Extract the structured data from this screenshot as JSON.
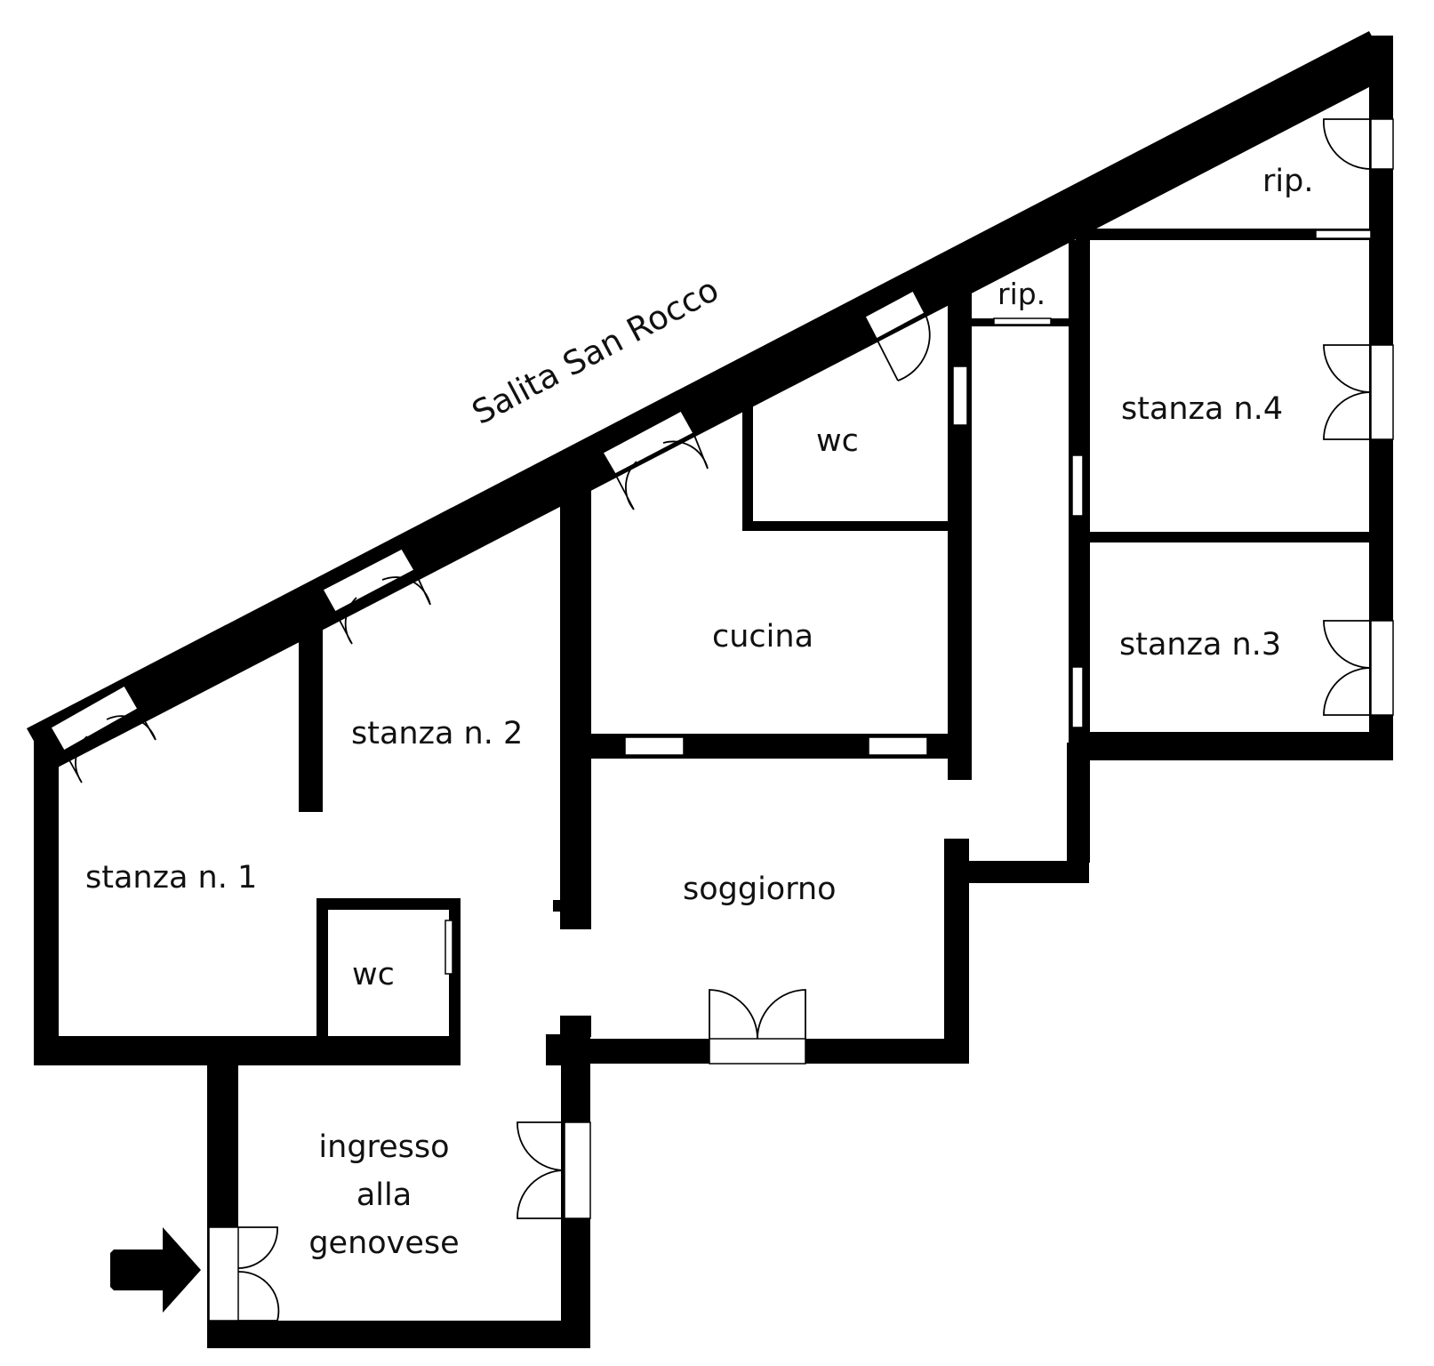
{
  "street": {
    "label": "Salita San Rocco"
  },
  "rooms": {
    "stanza1": "stanza n. 1",
    "stanza2": "stanza n. 2",
    "wc_small": "wc",
    "cucina": "cucina",
    "wc_kitchen": "wc",
    "soggiorno": "soggiorno",
    "rip_small": "rip.",
    "rip_top": "rip.",
    "stanza4": "stanza n.4",
    "stanza3": "stanza n.3",
    "ingresso_line1": "ingresso",
    "ingresso_line2": "alla",
    "ingresso_line3": "genovese"
  },
  "colors": {
    "wall": "#000000",
    "background": "#ffffff"
  },
  "icons": {
    "entrance": "arrow-right-icon"
  }
}
